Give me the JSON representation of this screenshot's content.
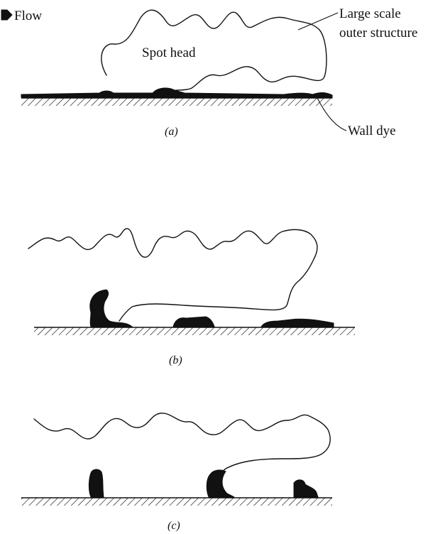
{
  "flow_label": "Flow",
  "panel_a": {
    "caption": "(a)",
    "spot_head_label": "Spot head",
    "outer_structure_label_line1": "Large scale",
    "outer_structure_label_line2": "outer structure",
    "wall_dye_label": "Wall dye"
  },
  "panel_b": {
    "caption": "(b)"
  },
  "panel_c": {
    "caption": "(c)"
  }
}
